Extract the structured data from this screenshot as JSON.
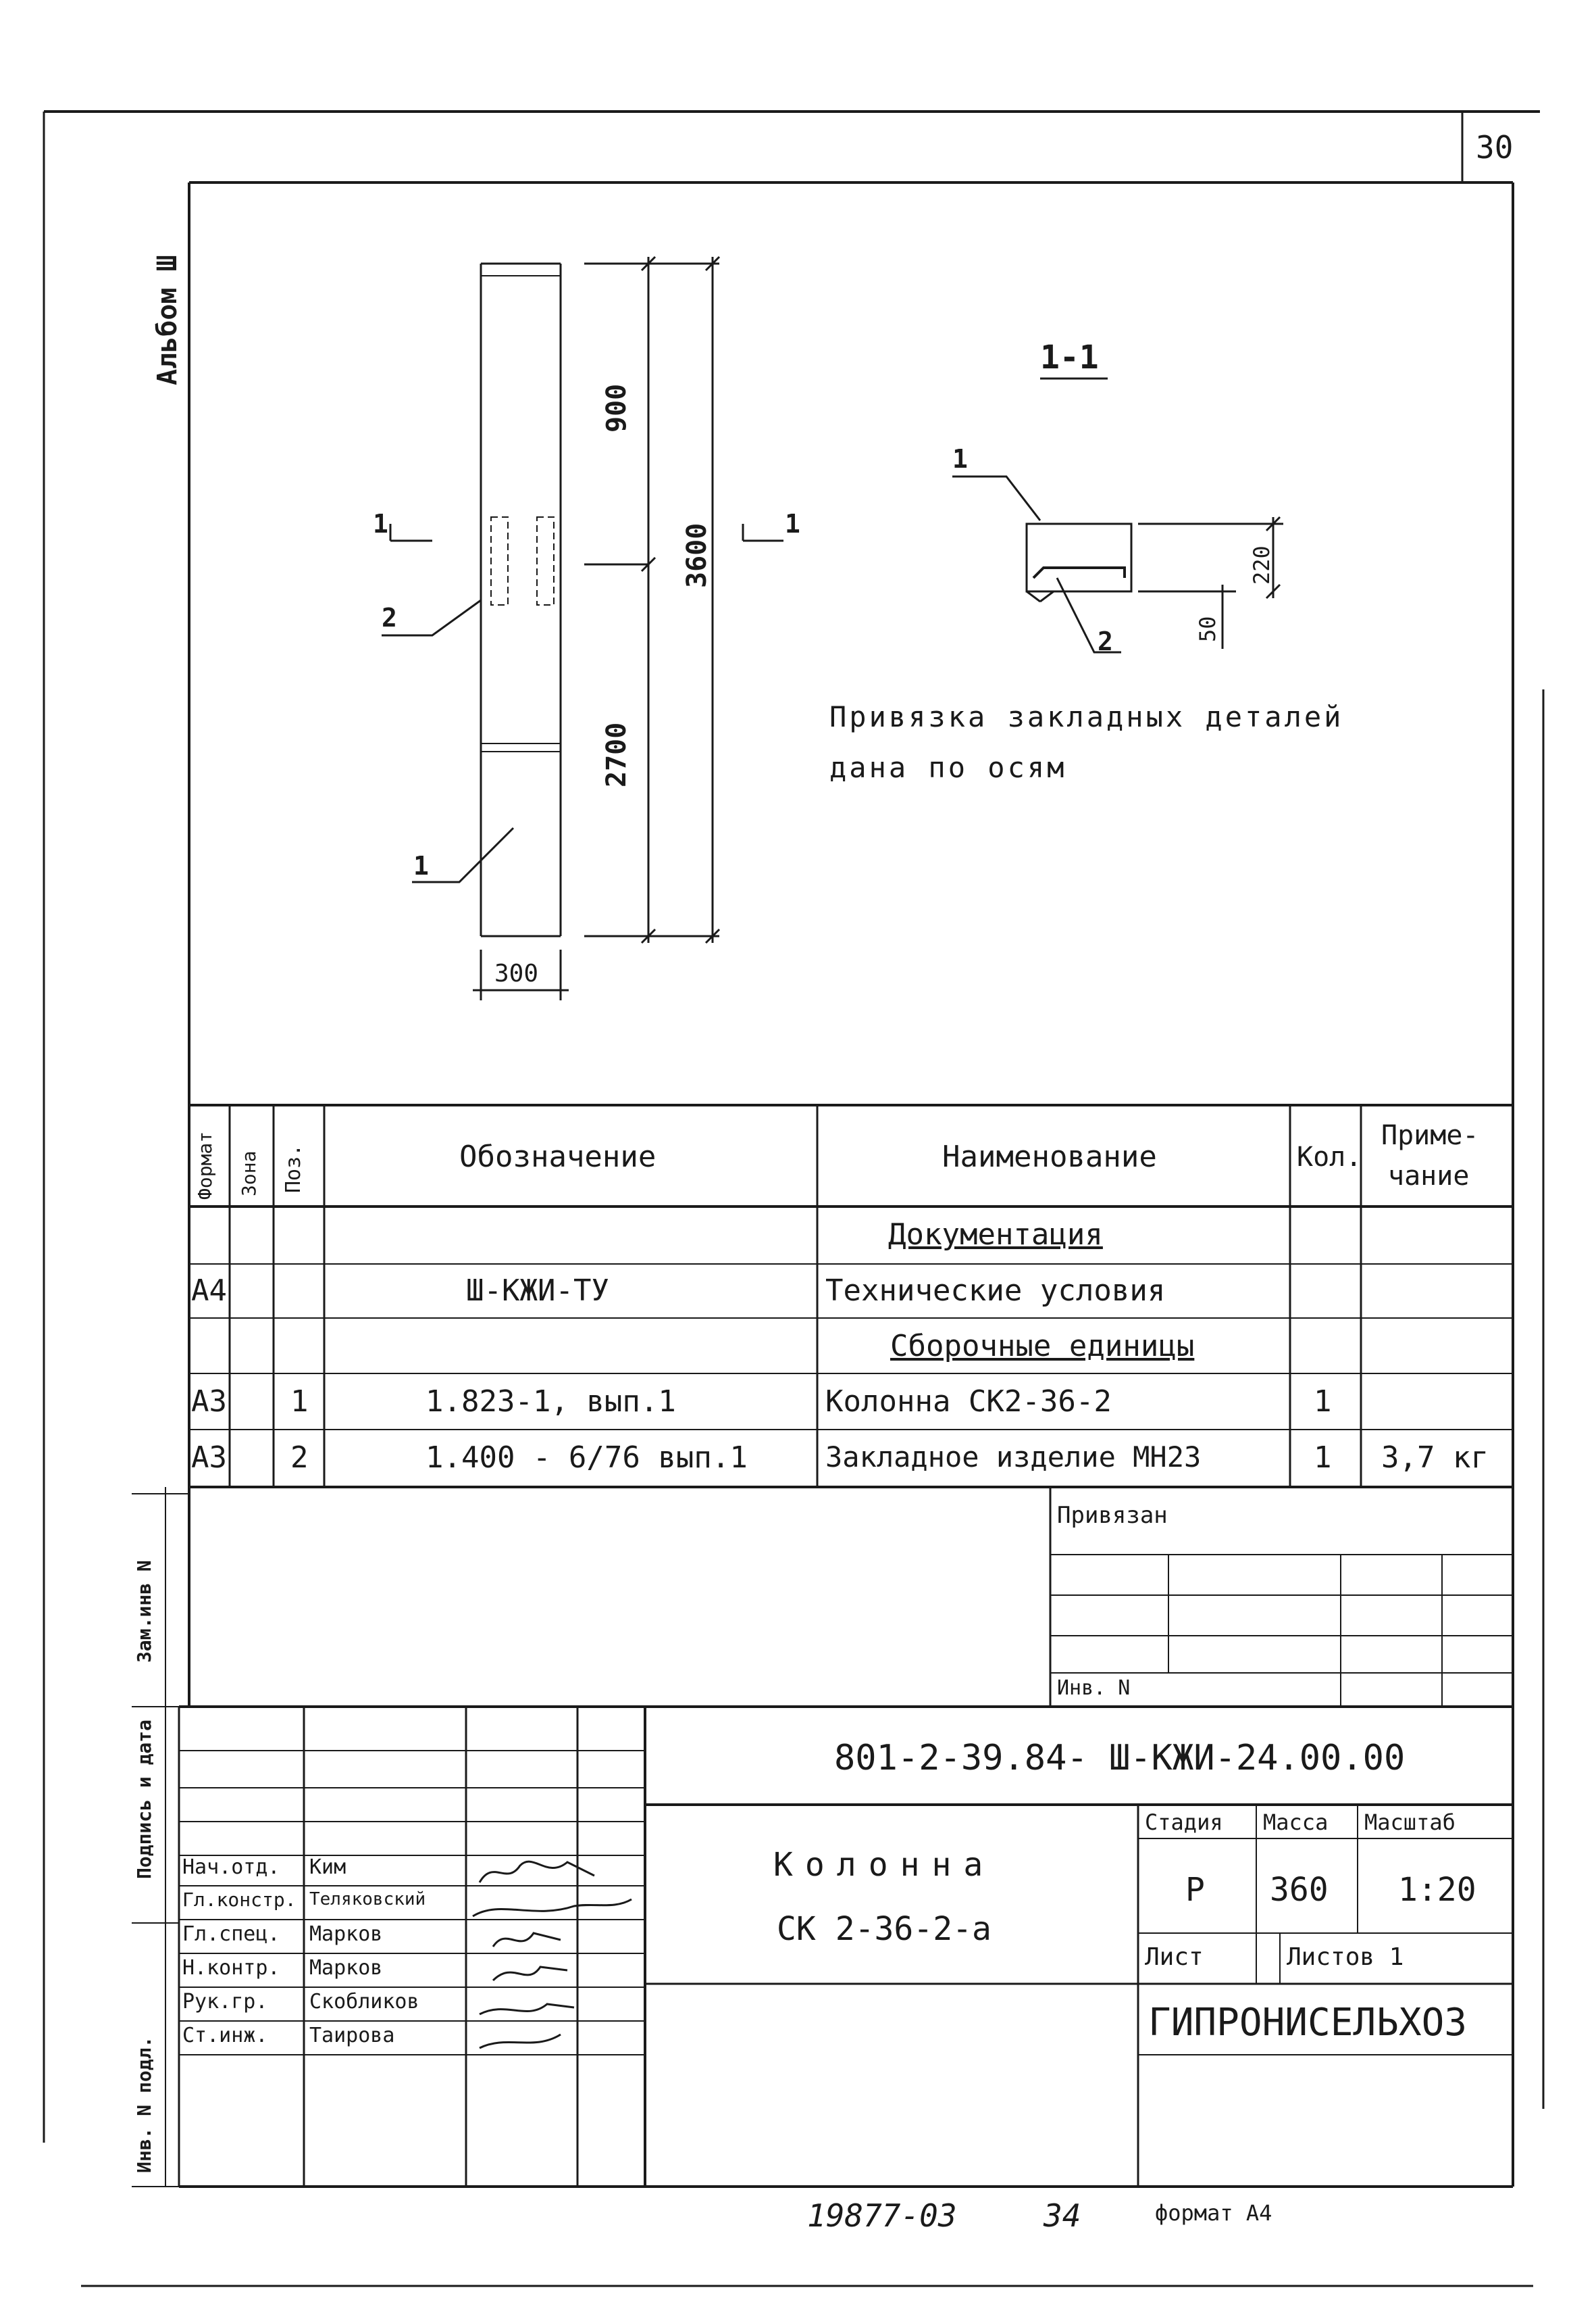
{
  "page_number": "30",
  "album": "Альбом Ш",
  "drawing": {
    "dims": {
      "top": "900",
      "total": "3600",
      "bottom": "2700",
      "width": "300"
    },
    "section_marks": {
      "left": "1",
      "right": "1"
    },
    "callouts": {
      "c1": "1",
      "c2": "2"
    }
  },
  "section": {
    "title": "1-1",
    "callouts": {
      "c1": "1",
      "c2": "2"
    },
    "dims": {
      "height": "220",
      "offset": "50"
    }
  },
  "note": {
    "line1": "Привязка закладных деталей",
    "line2": "дана по осям"
  },
  "spec": {
    "headers": {
      "format": "Формат",
      "zone": "Зона",
      "pos": "Поз.",
      "designation": "Обозначение",
      "name": "Наименование",
      "qty": "Кол.",
      "note_line1": "Приме-",
      "note_line2": "чание"
    },
    "rows": [
      {
        "format": "",
        "pos": "",
        "designation": "",
        "name": "Документация",
        "qty": "",
        "note": ""
      },
      {
        "format": "А4",
        "pos": "",
        "designation": "Ш-КЖИ-ТУ",
        "name": "Технические условия",
        "qty": "",
        "note": ""
      },
      {
        "format": "",
        "pos": "",
        "designation": "",
        "name": "Сборочные единицы",
        "qty": "",
        "note": ""
      },
      {
        "format": "А3",
        "pos": "1",
        "designation": "1.823-1, вып.1",
        "name": "Колонна СК2-36-2",
        "qty": "1",
        "note": ""
      },
      {
        "format": "А3",
        "pos": "2",
        "designation": "1.400 - 6/76 вып.1",
        "name": "Закладное изделие МН23",
        "qty": "1",
        "note": "3,7 кг"
      }
    ]
  },
  "binding": {
    "label": "Привязан",
    "inv_label": "Инв. N"
  },
  "title_block": {
    "code": "801-2-39.84- Ш-КЖИ-24.00.00",
    "product_line1": "Колонна",
    "product_line2": "СК 2-36-2-а",
    "stage_label": "Стадия",
    "mass_label": "Масса",
    "scale_label": "Масштаб",
    "stage": "Р",
    "mass": "360",
    "scale": "1:20",
    "sheet_label": "Лист",
    "sheets_label": "Листов 1",
    "org": "ГИПРОНИСЕЛЬХОЗ",
    "signatures": [
      {
        "role": "Нач.отд.",
        "name": "Ким"
      },
      {
        "role": "Гл.констр.",
        "name": "Теляковский"
      },
      {
        "role": "Гл.спец.",
        "name": "Марков"
      },
      {
        "role": "Н.контр.",
        "name": "Марков"
      },
      {
        "role": "Рук.гр.",
        "name": "Скобликов"
      },
      {
        "role": "Ст.инж.",
        "name": "Таирова"
      }
    ]
  },
  "side_labels": {
    "zam_inv": "Зам.инв N",
    "podpis": "Подпись и дата",
    "inv_podl": "Инв. N подл."
  },
  "footer": {
    "reg_number": "19877-03",
    "page": "34",
    "format": "формат А4"
  }
}
